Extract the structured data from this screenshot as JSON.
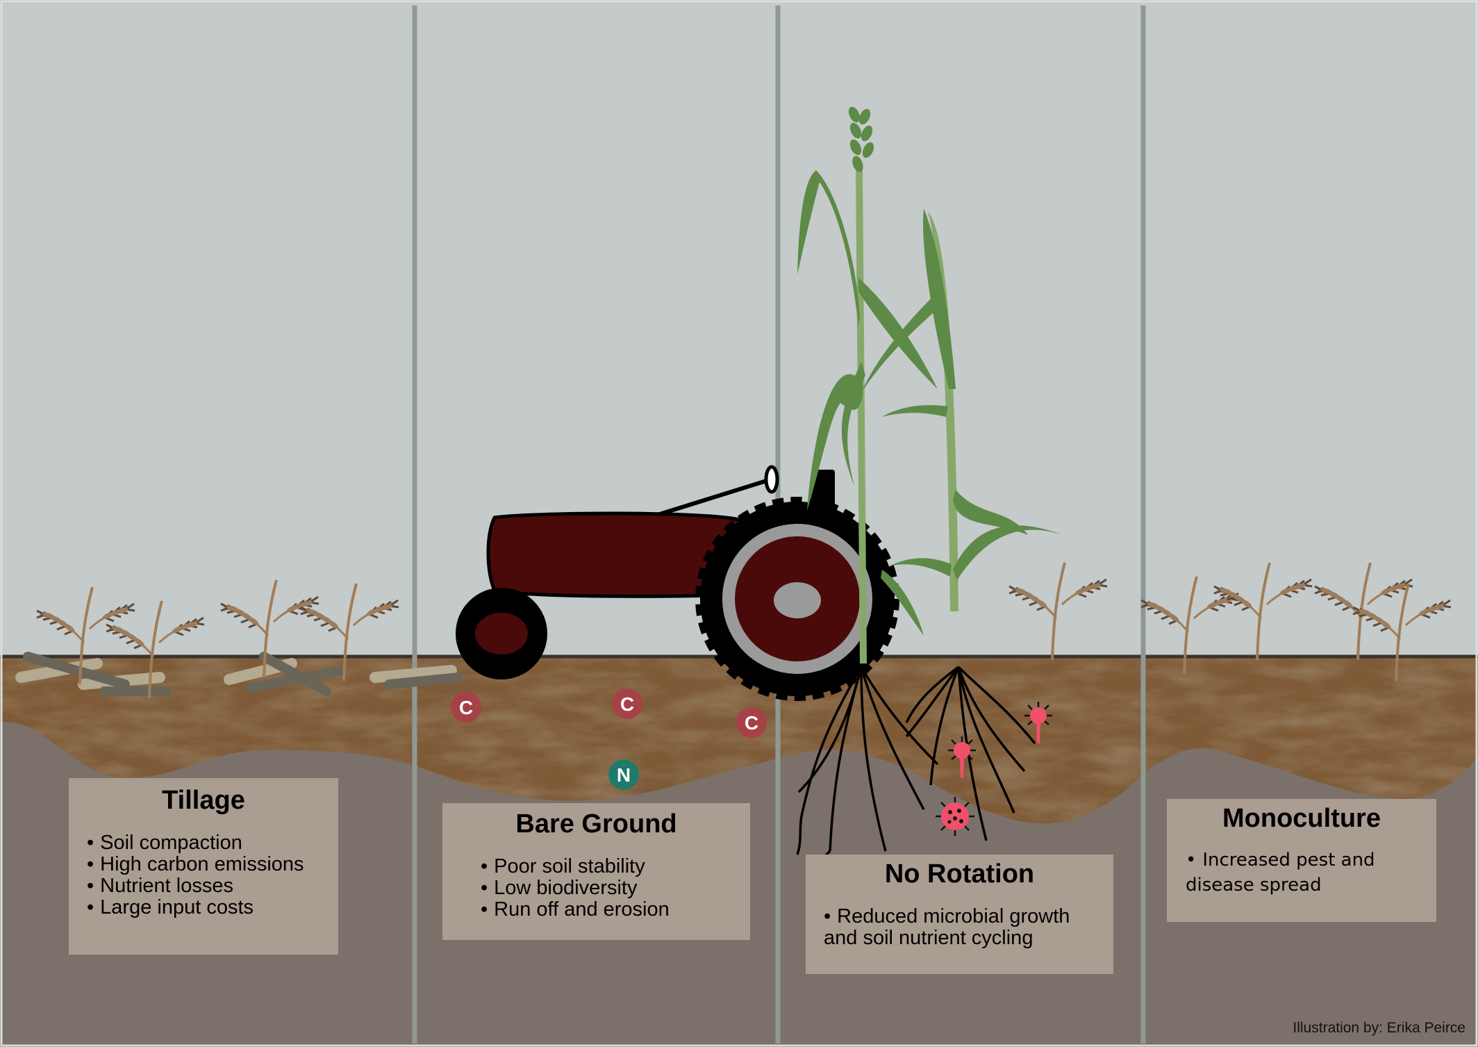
{
  "panels": [
    {
      "title": "Tillage",
      "bullets": [
        "Soil compaction",
        "High carbon emissions",
        "Nutrient losses",
        "Large input costs"
      ]
    },
    {
      "title": "Bare Ground",
      "bullets": [
        "Poor soil stability",
        "Low biodiversity",
        "Run off and erosion"
      ]
    },
    {
      "title": "No Rotation",
      "bullets": [
        "Reduced microbial growth and soil nutrient cycling"
      ]
    },
    {
      "title": "Monoculture",
      "bullets": [
        "Increased pest and disease spread"
      ]
    }
  ],
  "soil_markers": [
    {
      "label": "C",
      "color": "#a64147"
    },
    {
      "label": "C",
      "color": "#a64147"
    },
    {
      "label": "C",
      "color": "#a64147"
    },
    {
      "label": "N",
      "color": "#1f7a6a"
    }
  ],
  "credit": "Illustration by: Erika Peirce",
  "colors": {
    "sky": "#c5cacb",
    "topsoil": "#7e5a37",
    "subsoil": "#7b716a",
    "box": "#aa9d92",
    "divider": "#8f9993",
    "tractor_body": "#4b0a0a",
    "corn": "#5e8a48",
    "pest": "#f0506a"
  },
  "icons": [
    "dry-grass-icon",
    "tractor-icon",
    "corn-plant-icon",
    "root-icon",
    "microbe-icon",
    "pest-icon"
  ]
}
